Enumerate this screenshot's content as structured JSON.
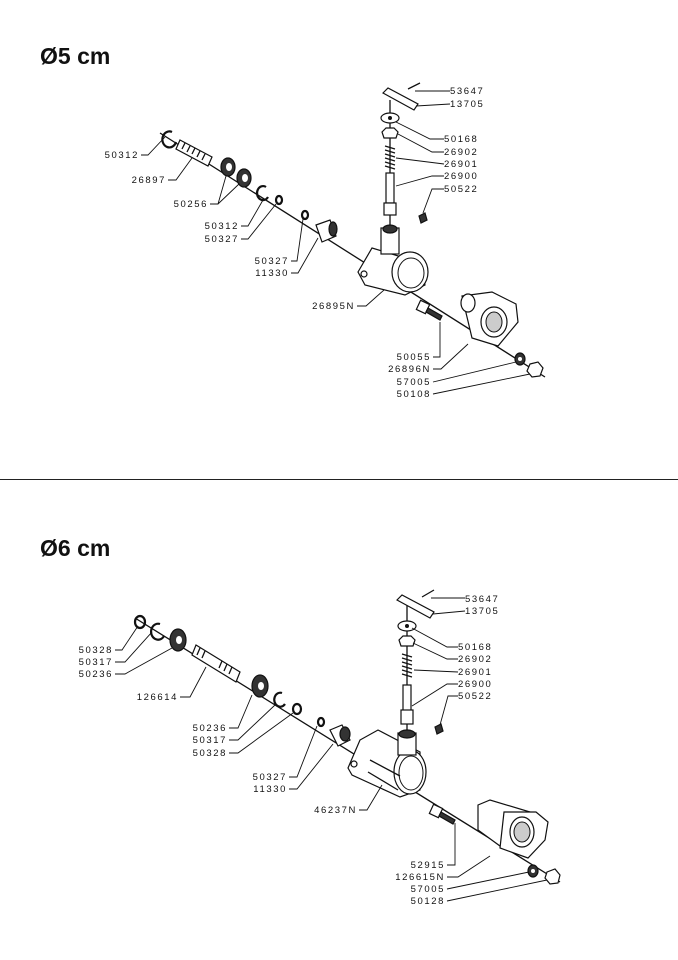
{
  "sections": [
    {
      "title": "Ø5 cm",
      "parts": [
        "53647",
        "13705",
        "50168",
        "26902",
        "26901",
        "26900",
        "50522",
        "50312",
        "26897",
        "50256",
        "50312",
        "50327",
        "50327",
        "11330",
        "26895N",
        "50055",
        "26896N",
        "57005",
        "50108"
      ]
    },
    {
      "title": "Ø6 cm",
      "parts": [
        "53647",
        "13705",
        "50168",
        "26902",
        "26901",
        "26900",
        "50522",
        "50328",
        "50317",
        "50236",
        "126614",
        "50236",
        "50317",
        "50328",
        "50327",
        "11330",
        "46237N",
        "52915",
        "126615N",
        "57005",
        "50128"
      ]
    }
  ]
}
